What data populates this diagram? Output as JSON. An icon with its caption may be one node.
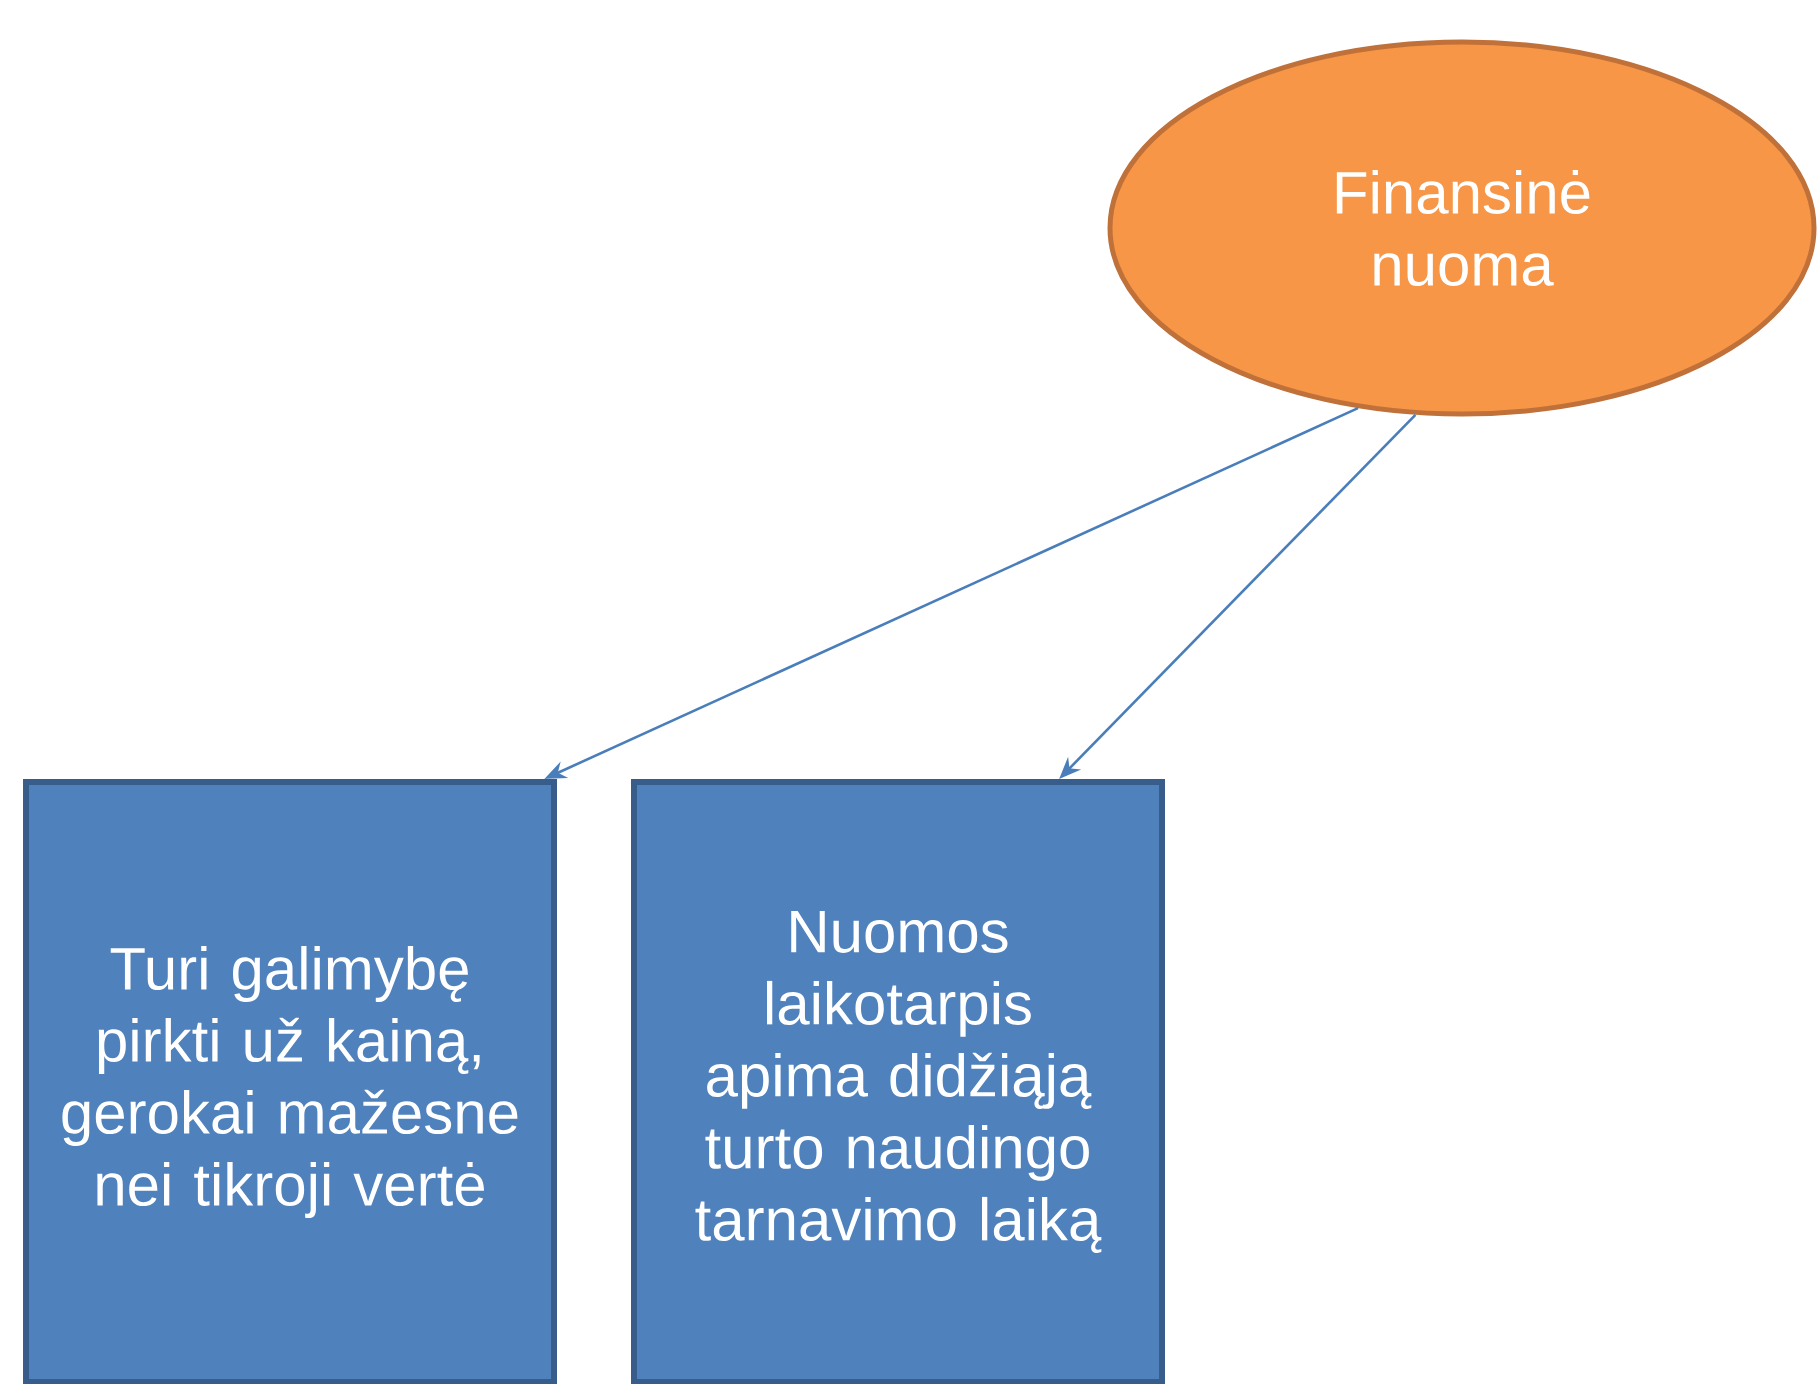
{
  "diagram": {
    "nodes": [
      {
        "text": [
          "Finansinė nuoma"
        ]
      },
      {
        "text": [
          "Turi galimybę pirkti už kainą, gerokai mažesne nei tikroji vertė"
        ]
      },
      {
        "text": [
          "Nuomos laikotarpis apima didžiąją turto naudingo tarnavimo laiką"
        ]
      }
    ],
    "edges": [
      {
        "from": 0,
        "to": 1,
        "arrow": "to"
      },
      {
        "from": 0,
        "to": 2,
        "arrow": "to"
      }
    ]
  }
}
